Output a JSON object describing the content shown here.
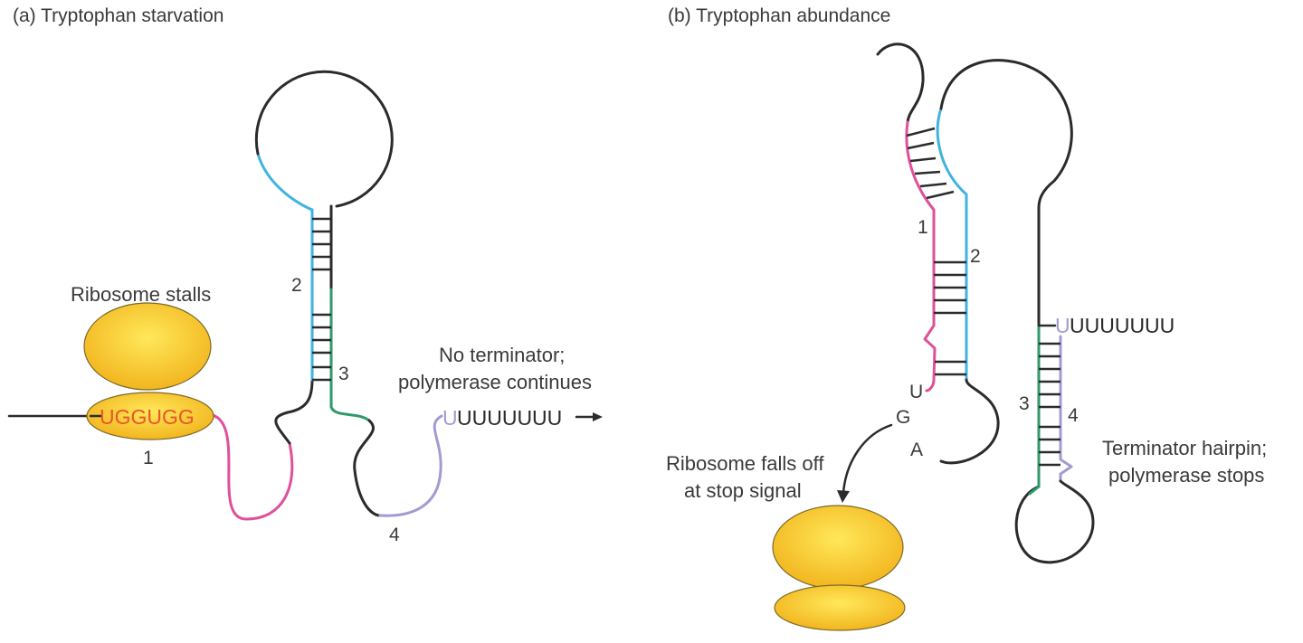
{
  "panel_a": {
    "title": "(a) Tryptophan starvation",
    "ribosome_label": "Ribosome stalls",
    "codon_sequence": "UGGUGG",
    "region_labels": {
      "r1": "1",
      "r2": "2",
      "r3": "3",
      "r4": "4"
    },
    "u_tail_first": "U",
    "u_tail_rest": "UUUUUUU",
    "note_line1": "No terminator;",
    "note_line2": "polymerase continues"
  },
  "panel_b": {
    "title": "(b) Tryptophan abundance",
    "region_labels": {
      "r1": "1",
      "r2": "2",
      "r3": "3",
      "r4": "4"
    },
    "stop_codon": {
      "n1": "U",
      "n2": "G",
      "n3": "A"
    },
    "u_tail_first": "U",
    "u_tail_rest": "UUUUUUU",
    "ribosome_note_line1": "Ribosome falls off",
    "ribosome_note_line2": "at stop signal",
    "terminator_note_line1": "Terminator hairpin;",
    "terminator_note_line2": "polymerase stops"
  },
  "colors": {
    "region_1": "#e0509a",
    "region_2": "#3fb3e0",
    "region_3": "#2e9a6a",
    "region_4": "#a39bd0",
    "rna_backbone": "#2b2b2b",
    "ribosome_fill": "#f6c830",
    "ribosome_outline": "#7a6a2a",
    "codon_text": "#e8552a"
  }
}
